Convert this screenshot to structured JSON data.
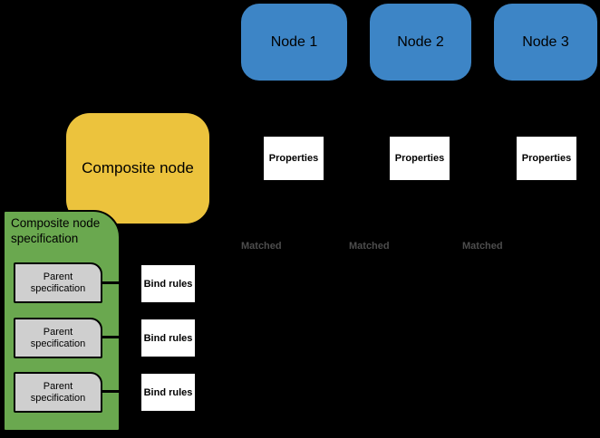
{
  "colors": {
    "background": "#000000",
    "node_fill": "#3d85c6",
    "composite_fill": "#ecc33d",
    "spec_fill": "#6aa84f",
    "parent_fill": "#cfcfcf",
    "card_fill": "#ffffff",
    "outline": "#000000",
    "text": "#000000",
    "matched_text": "#4d4d4d"
  },
  "nodes": [
    "Node 1",
    "Node 2",
    "Node 3"
  ],
  "properties_labels": [
    "Properties",
    "Properties",
    "Properties"
  ],
  "matched_labels": [
    "Matched",
    "Matched",
    "Matched"
  ],
  "composite_node_label": "Composite node",
  "specification": {
    "title": "Composite node specification",
    "parent_labels": [
      "Parent specification",
      "Parent specification",
      "Parent specification"
    ],
    "bind_rule_labels": [
      "Bind rules",
      "Bind rules",
      "Bind rules"
    ]
  }
}
